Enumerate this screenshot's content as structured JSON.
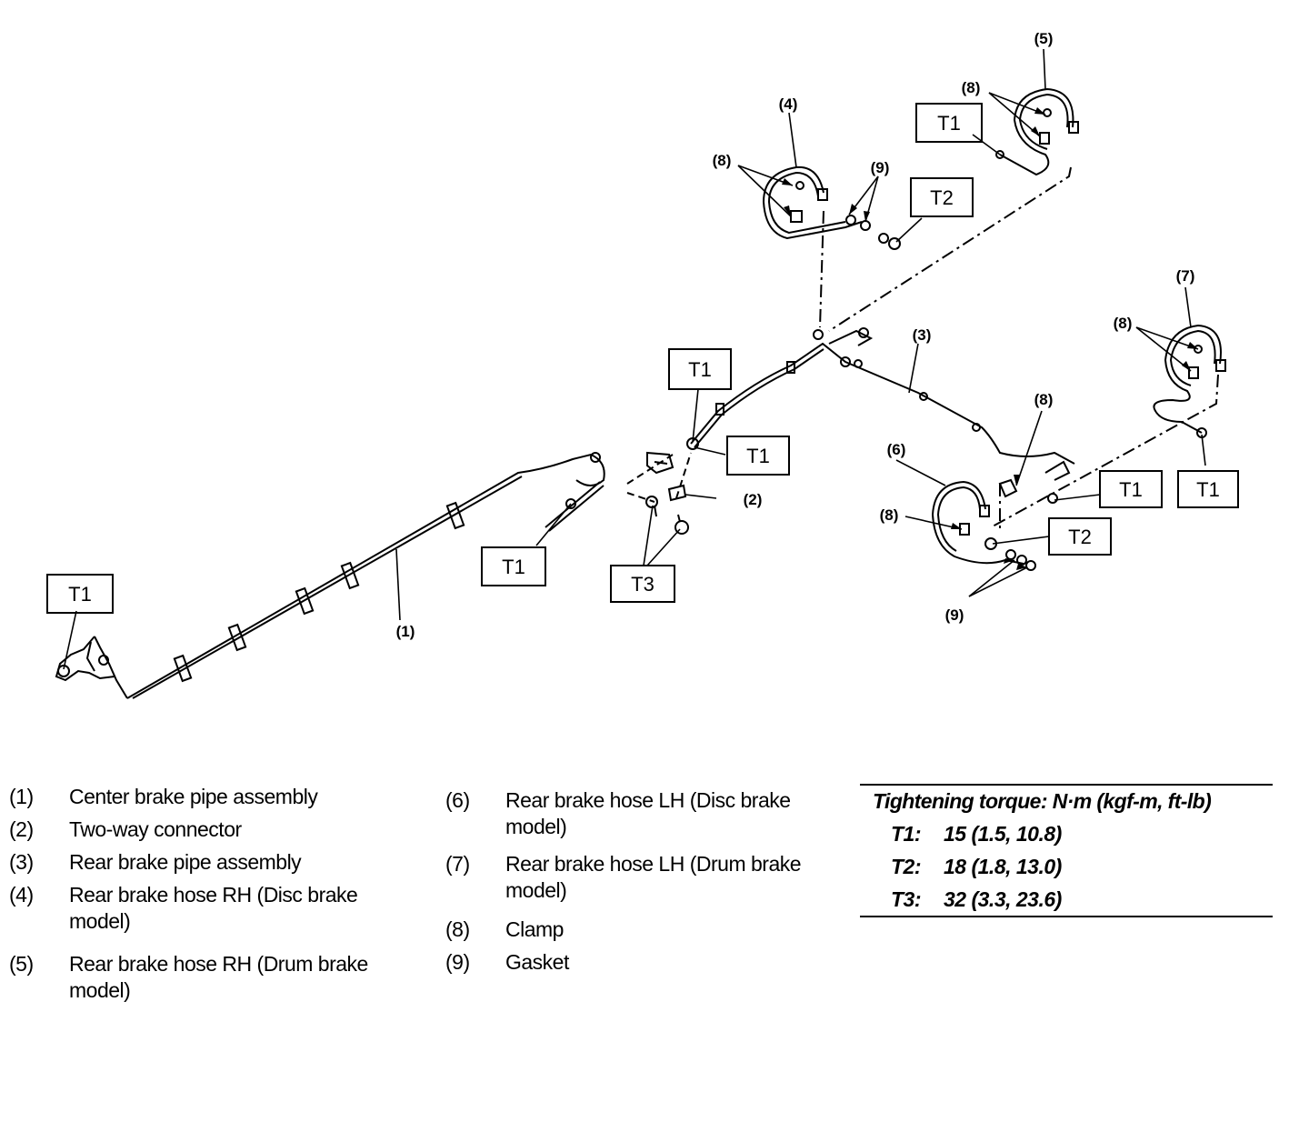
{
  "callouts": {
    "c1": "(1)",
    "c2": "(2)",
    "c3": "(3)",
    "c4": "(4)",
    "c5": "(5)",
    "c6": "(6)",
    "c7": "(7)",
    "c8": "(8)",
    "c9": "(9)"
  },
  "torque_tags": {
    "t1": "T1",
    "t2": "T2",
    "t3": "T3"
  },
  "legend": {
    "items": [
      {
        "num": "(1)",
        "text": "Center brake pipe assembly"
      },
      {
        "num": "(2)",
        "text": "Two-way connector"
      },
      {
        "num": "(3)",
        "text": "Rear brake pipe assembly"
      },
      {
        "num": "(4)",
        "text": "Rear brake hose RH (Disc brake model)"
      },
      {
        "num": "(5)",
        "text": "Rear brake hose RH (Drum brake model)"
      },
      {
        "num": "(6)",
        "text": "Rear brake hose LH (Disc brake model)"
      },
      {
        "num": "(7)",
        "text": "Rear brake hose LH (Drum brake model)"
      },
      {
        "num": "(8)",
        "text": "Clamp"
      },
      {
        "num": "(9)",
        "text": "Gasket"
      }
    ]
  },
  "torque_table": {
    "title": "Tightening torque: N·m (kgf-m, ft-lb)",
    "rows": [
      {
        "key": "T1:",
        "value": "15 (1.5, 10.8)"
      },
      {
        "key": "T2:",
        "value": "18 (1.8, 13.0)"
      },
      {
        "key": "T3:",
        "value": "32 (3.3, 23.6)"
      }
    ]
  }
}
